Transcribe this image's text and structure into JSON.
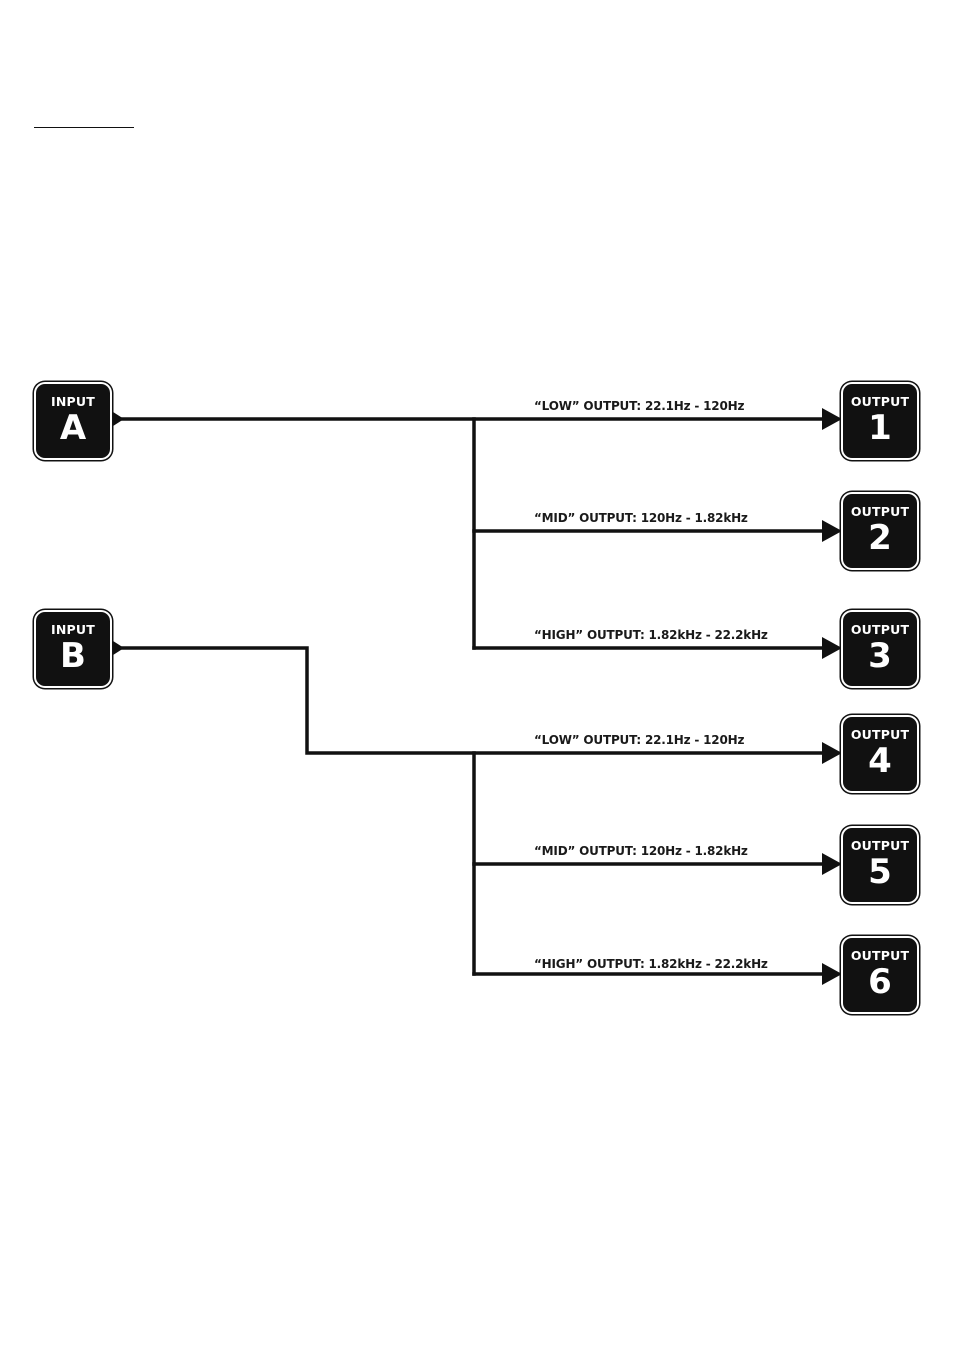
{
  "inputs": [
    {
      "caption": "INPUT",
      "id": "A"
    },
    {
      "caption": "INPUT",
      "id": "B"
    }
  ],
  "outputs": [
    {
      "caption": "OUTPUT",
      "id": "1",
      "label": "“LOW” OUTPUT:  22.1Hz - 120Hz"
    },
    {
      "caption": "OUTPUT",
      "id": "2",
      "label": "“MID” OUTPUT:  120Hz - 1.82kHz"
    },
    {
      "caption": "OUTPUT",
      "id": "3",
      "label": "“HIGH” OUTPUT:  1.82kHz - 22.2kHz"
    },
    {
      "caption": "OUTPUT",
      "id": "4",
      "label": "“LOW” OUTPUT:  22.1Hz - 120Hz"
    },
    {
      "caption": "OUTPUT",
      "id": "5",
      "label": "“MID” OUTPUT:  120Hz - 1.82kHz"
    },
    {
      "caption": "OUTPUT",
      "id": "6",
      "label": "“HIGH” OUTPUT:  1.82kHz - 22.2kHz"
    }
  ],
  "colors": {
    "line": "#111111",
    "box": "#111111",
    "box_text": "#ffffff"
  }
}
